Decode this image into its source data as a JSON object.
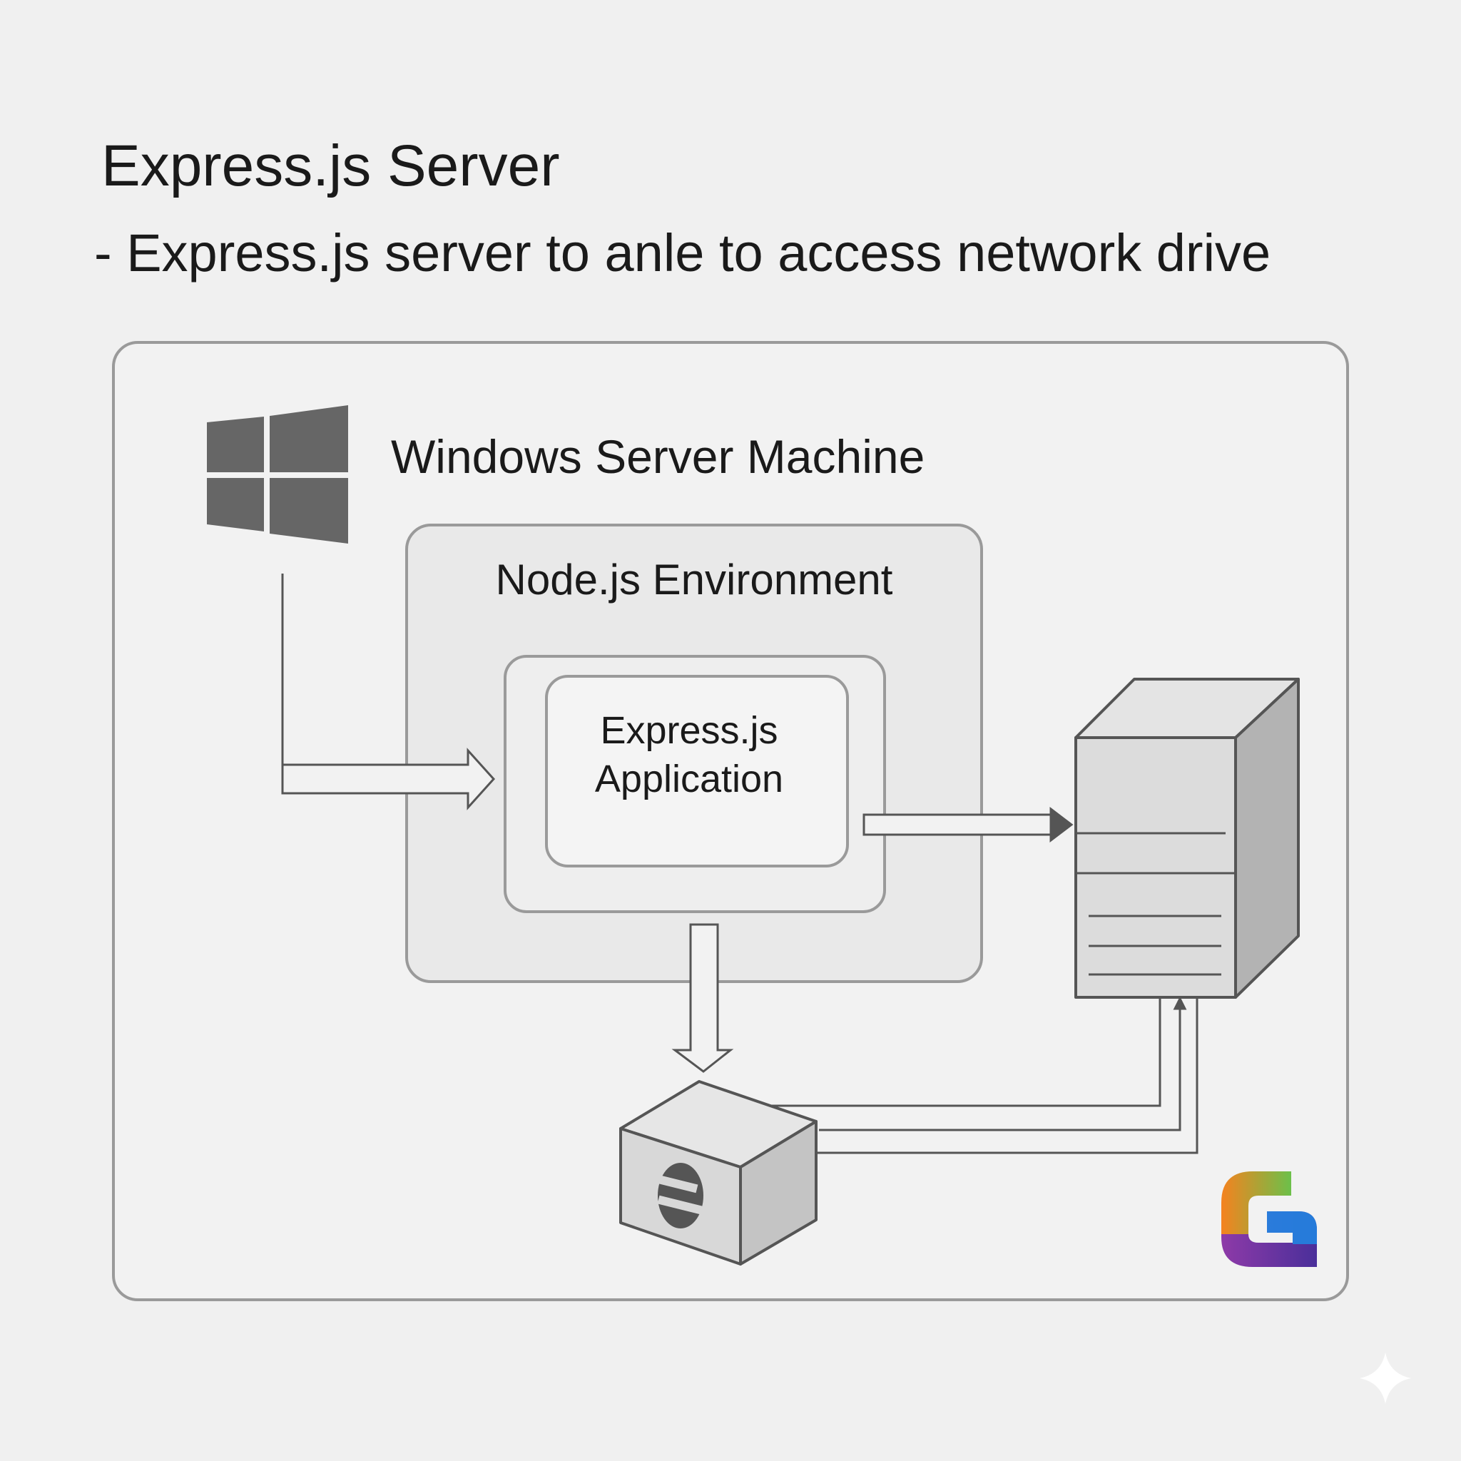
{
  "header": {
    "title": "Express.js Server",
    "subtitle": "- Express.js server to anle to access network drive"
  },
  "diagram": {
    "machine_label": "Windows Server Machine",
    "environment_label": "Node.js Environment",
    "application_label_line1": "Express.js",
    "application_label_line2": "Application",
    "icons": {
      "os": "windows-logo-icon",
      "server": "server-tower-icon",
      "drive": "network-drive-icon",
      "brand": "brand-logo-icon"
    },
    "colors": {
      "stroke": "#555555",
      "panel_border": "#9a9a9a",
      "icon_fill": "#666666",
      "brand_orange": "#f5821f",
      "brand_green": "#6cc04a",
      "brand_blue": "#1e88e5",
      "brand_purple": "#6a2c91"
    }
  }
}
